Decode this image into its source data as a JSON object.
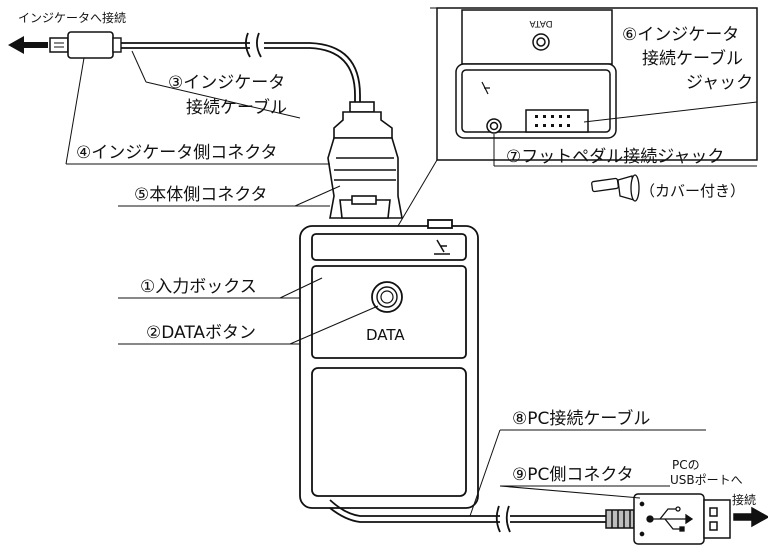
{
  "labels": {
    "connect_indicator": "インジケータへ接続",
    "l3_line1": "③インジケータ",
    "l3_line2": "接続ケーブル",
    "l4": "④インジケータ側コネクタ",
    "l5": "⑤本体側コネクタ",
    "l1": "①入力ボックス",
    "l2": "②DATAボタン",
    "data_button_text": "DATA",
    "l6_line1": "⑥インジケータ",
    "l6_line2": "接続ケーブル",
    "l6_line3": "ジャック",
    "l7": "⑦フットペダル接続ジャック",
    "cover": "（カバー付き）",
    "inset_data_text": "DATA",
    "l8": "⑧PC接続ケーブル",
    "l9": "⑨PC側コネクタ",
    "pc_usb_line1": "PCの",
    "pc_usb_line2": "USBポートへ",
    "connect_pc": "接続"
  },
  "colors": {
    "line": "#111111",
    "fill_light": "#ffffff",
    "fill_gray": "#e6e6e6",
    "fill_dark": "#bdbdbd"
  },
  "icons": [
    "arrow-left-icon",
    "arrow-right-icon",
    "usb-symbol-icon",
    "foot-pedal-icon"
  ]
}
